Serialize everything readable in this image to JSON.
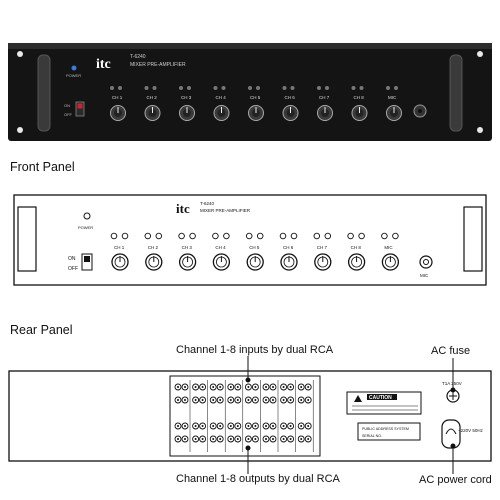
{
  "brand": "itc",
  "brand_sub": "",
  "model": "T-6240",
  "product_line": "MIXER PRE-AMPLIFIER",
  "power_label": "POWER",
  "switch_on": "ON",
  "switch_off": "OFF",
  "channels": [
    "CH 1",
    "CH 2",
    "CH 3",
    "CH 4",
    "CH 5",
    "CH 6",
    "CH 7",
    "CH 8",
    "MIC"
  ],
  "mic_label": "MIC",
  "section_front": "Front Panel",
  "section_rear": "Rear Panel",
  "callout_inputs": "Channel 1-8 inputs by dual RCA",
  "callout_outputs": "Channel 1-8 outputs by dual RCA",
  "callout_fuse": "AC fuse",
  "callout_power": "AC power cord",
  "fuse_rating": "T1A 250V",
  "power_rating": "~220V 50Hz",
  "caution_title": "CAUTION",
  "serial_label": "SERIAL NO.",
  "rear_model_label": "PUBLIC ADDRESS SYSTEM",
  "colors": {
    "chassis": "#141414",
    "handle": "#2a2a2a",
    "led": "#3a7bd5",
    "text": "#111111"
  }
}
